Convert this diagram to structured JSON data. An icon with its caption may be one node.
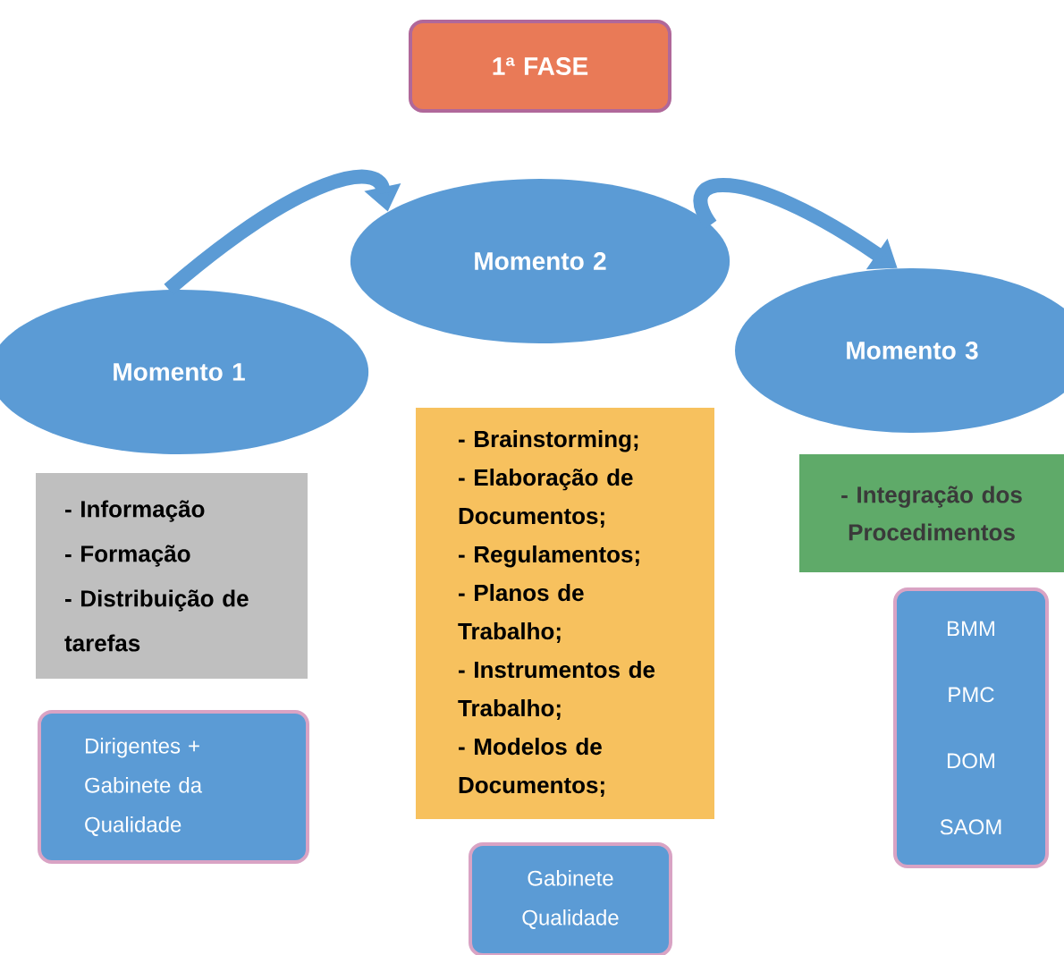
{
  "diagram": {
    "nodes": [
      {
        "text": [
          "1ª FASE"
        ]
      },
      {
        "text": [
          "Momento 1"
        ]
      },
      {
        "text": [
          "Momento 2"
        ]
      },
      {
        "text": [
          "Momento 3"
        ]
      },
      {
        "text": [
          "- Informação",
          "- Formação",
          "- Distribuição de tarefas"
        ]
      },
      {
        "text": [
          "- Brainstorming;",
          "- Elaboração de Documentos;",
          "- Regulamentos;",
          "- Planos de Trabalho;",
          "- Instrumentos de Trabalho;",
          "- Modelos de Documentos;"
        ]
      },
      {
        "text": [
          "- Integração dos Procedimentos"
        ]
      },
      {
        "text": [
          "Dirigentes + Gabinete da Qualidade"
        ]
      },
      {
        "text": [
          "Gabinete Qualidade"
        ]
      },
      {
        "text": [
          "BMM",
          "PMC",
          "DOM",
          "SAOM"
        ]
      }
    ],
    "edges": [
      {
        "from": 1,
        "to": 2,
        "arrow": "to"
      },
      {
        "from": 2,
        "to": 3,
        "arrow": "to"
      }
    ]
  }
}
